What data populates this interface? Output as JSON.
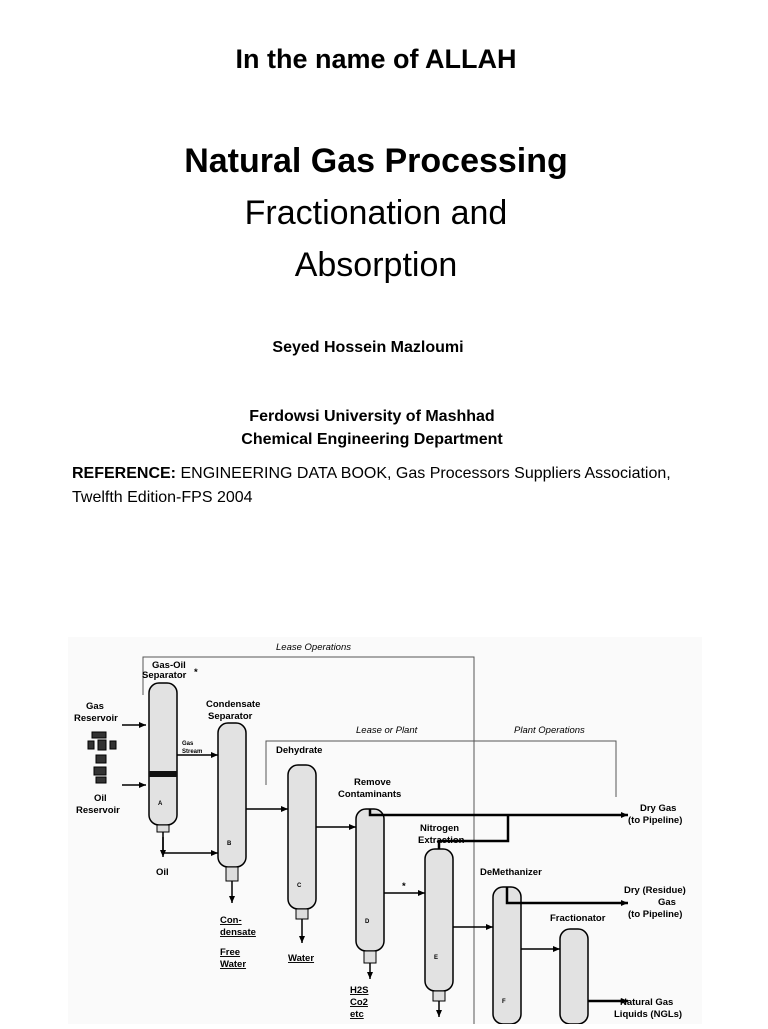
{
  "header": {
    "greeting": "In the name of ALLAH"
  },
  "title": {
    "main": "Natural Gas Processing",
    "subtitle_line1": "Fractionation and",
    "subtitle_line2": "Absorption"
  },
  "author": "Seyed Hossein Mazloumi",
  "affiliation": {
    "university": "Ferdowsi University of Mashhad",
    "department": "Chemical Engineering Department"
  },
  "reference": {
    "label": "REFERENCE:",
    "line1": "ENGINEERING DATA BOOK, Gas Processors Suppliers Association,",
    "line2": "Twelfth Edition-FPS 2004"
  },
  "diagram": {
    "zones": {
      "lease": "Lease Operations",
      "lease_or_plant": "Lease or Plant",
      "plant": "Plant Operations"
    },
    "inputs": {
      "gas_reservoir": [
        "Gas",
        "Reservoir"
      ],
      "oil_reservoir": [
        "Oil",
        "Reservoir"
      ]
    },
    "units": {
      "gas_oil_separator": [
        "Gas-Oil",
        "Separator"
      ],
      "condensate_separator": [
        "Condensate",
        "Separator"
      ],
      "dehydrate": "Dehydrate",
      "remove_contaminants": [
        "Remove",
        "Contaminants"
      ],
      "nitrogen_extraction": [
        "Nitrogen",
        "Extraction"
      ],
      "demethanizer": "DeMethanizer",
      "fractionator": "Fractionator"
    },
    "vessel_letters": [
      "A",
      "B",
      "C",
      "D",
      "E",
      "F"
    ],
    "gas_stream": [
      "Gas",
      "Stream"
    ],
    "outputs": {
      "oil": "Oil",
      "condensate": [
        "Con-",
        "densate"
      ],
      "free_water": [
        "Free",
        "Water"
      ],
      "water": "Water",
      "contaminants": [
        "H2S",
        "Co2",
        "etc"
      ],
      "dry_gas": [
        "Dry Gas",
        "(to Pipeline)"
      ],
      "dry_residue_gas": [
        "Dry (Residue)",
        "Gas",
        "(to Pipeline)"
      ],
      "ngl": [
        "Natural Gas",
        "Liquids (NGLs)"
      ]
    },
    "asterisk": "*"
  }
}
